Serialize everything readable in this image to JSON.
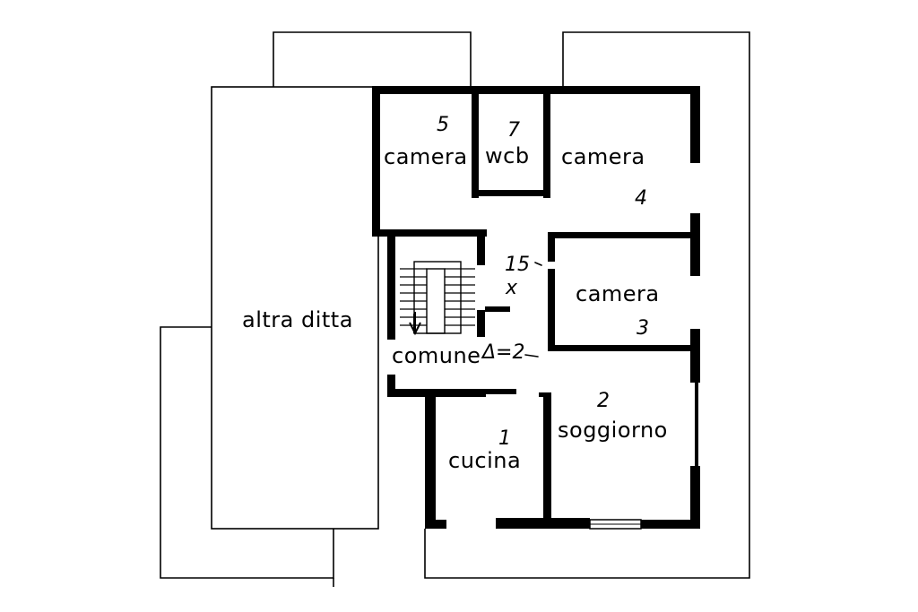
{
  "rooms": [
    {
      "id": "camera_5",
      "label": "camera",
      "number": "5"
    },
    {
      "id": "wcb",
      "label": "wcb",
      "number": "7"
    },
    {
      "id": "camera_4",
      "label": "camera",
      "number": "4"
    },
    {
      "id": "camera_3",
      "label": "camera",
      "number": "3"
    },
    {
      "id": "soggiorno",
      "label": "soggiorno",
      "number": "2"
    },
    {
      "id": "cucina",
      "label": "cucina",
      "number": "1"
    },
    {
      "id": "comune",
      "label": "comune",
      "number": ""
    },
    {
      "id": "altra_ditta",
      "label": "altra ditta",
      "number": ""
    }
  ],
  "annotations": {
    "corridor_top": "15",
    "corridor_mid": "x",
    "comune_note": "Δ=2"
  }
}
